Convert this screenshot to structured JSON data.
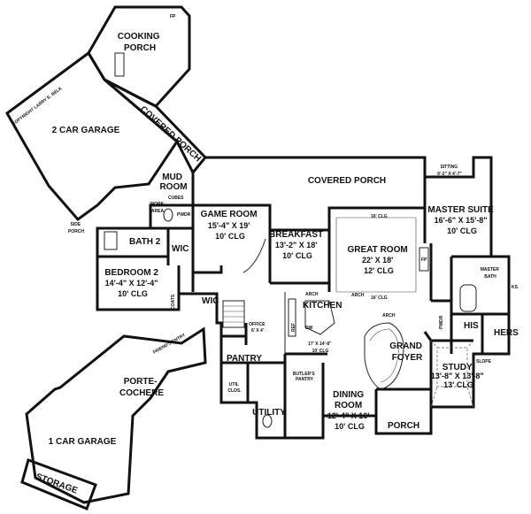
{
  "rooms": {
    "cooking_porch": [
      "COOKING",
      "PORCH"
    ],
    "copyright": "COPYRIGHT LARRY E. BELK",
    "garage2": "2 CAR GARAGE",
    "covered_porch_diag": "COVERED PORCH",
    "covered_porch": "COVERED PORCH",
    "mud_room": [
      "MUD",
      "ROOM"
    ],
    "work_area": [
      "WORK",
      "AREA"
    ],
    "side_porch": [
      "SIDE",
      "PORCH"
    ],
    "bath2": "BATH 2",
    "wic": "WIC",
    "wic2": "WIC",
    "pwdr": "PWDR",
    "pwdr2": "PWDR",
    "game_room": [
      "GAME ROOM",
      "15'-4\" X 19'",
      "10' CLG"
    ],
    "breakfast": [
      "BREAKFAST",
      "13'-2\" X 18'",
      "10' CLG"
    ],
    "great_room": [
      "GREAT ROOM",
      "22' X 18'",
      "12' CLG"
    ],
    "sitting": [
      "SITTING",
      "9'-2\" X 4'-7\""
    ],
    "master_suite": [
      "MASTER SUITE",
      "16'-6\" X 15'-8\"",
      "10' CLG"
    ],
    "master_bath": [
      "MASTER",
      "BATH"
    ],
    "bedroom2": [
      "BEDROOM 2",
      "14'-4\" X 12'-4\"",
      "10' CLG"
    ],
    "kitchen": "KITCHEN",
    "kitchen_dims": [
      "17' X 14'-8\"",
      "10' CLG"
    ],
    "office": [
      "OFFICE",
      "6' X 4'"
    ],
    "pantry": "PANTRY",
    "friends_entry": "FRIEND'S ENTRY",
    "grand_foyer": [
      "GRAND",
      "FOYER"
    ],
    "his": "HIS",
    "hers": "HERS",
    "study": [
      "STUDY",
      "13'-8\" X 13'-8\"",
      "13' CLG"
    ],
    "porte_cochere": [
      "PORTE-",
      "COCHERE"
    ],
    "util_clos": [
      "UTIL",
      "CLOS."
    ],
    "utility": "UTILITY",
    "butlers_pantry": [
      "BUTLER'S",
      "PANTRY"
    ],
    "dining_room": [
      "DINING",
      "ROOM",
      "12'-4\" X 16'",
      "10' CLG"
    ],
    "porch": "PORCH",
    "garage1": "1 CAR GARAGE",
    "storage": "STORAGE"
  },
  "notes": {
    "ff": "FP",
    "fp": "FP",
    "clg16": "16' CLG",
    "clg16b": "16' CLG",
    "arch": "ARCH",
    "arch2": "ARCH",
    "arch3": "ARCH",
    "cubes": "CUBES",
    "ref": "REF",
    "dw": "DW",
    "slope": "SLOPE",
    "ks": "KS",
    "coats": "COATS"
  }
}
